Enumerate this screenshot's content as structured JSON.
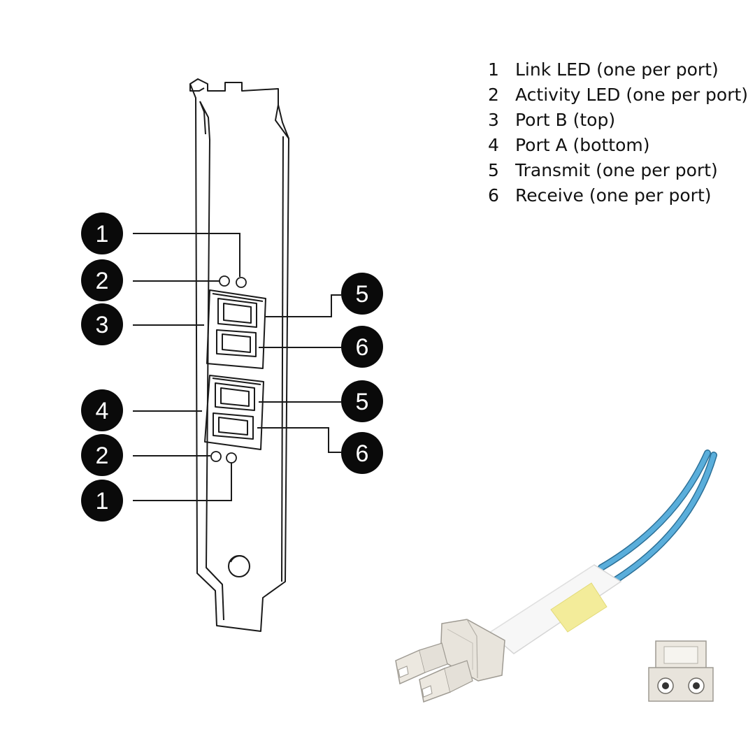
{
  "legend": {
    "items": [
      {
        "num": "1",
        "label": "Link LED (one per port)"
      },
      {
        "num": "2",
        "label": "Activity LED (one per port)"
      },
      {
        "num": "3",
        "label": "Port B (top)"
      },
      {
        "num": "4",
        "label": "Port A (bottom)"
      },
      {
        "num": "5",
        "label": "Transmit (one per port)"
      },
      {
        "num": "6",
        "label": "Receive (one per port)"
      }
    ]
  },
  "callouts": {
    "left": [
      "1",
      "2",
      "3",
      "4",
      "2",
      "1"
    ],
    "right": [
      "5",
      "6",
      "5",
      "6"
    ]
  },
  "colors": {
    "line": "#1a1a1a",
    "callout_fill": "#0a0a0a",
    "fiber_blue": "#5aaedb",
    "boot_yellow": "#f3ec9a",
    "connector_gray": "#e8e4dc"
  }
}
